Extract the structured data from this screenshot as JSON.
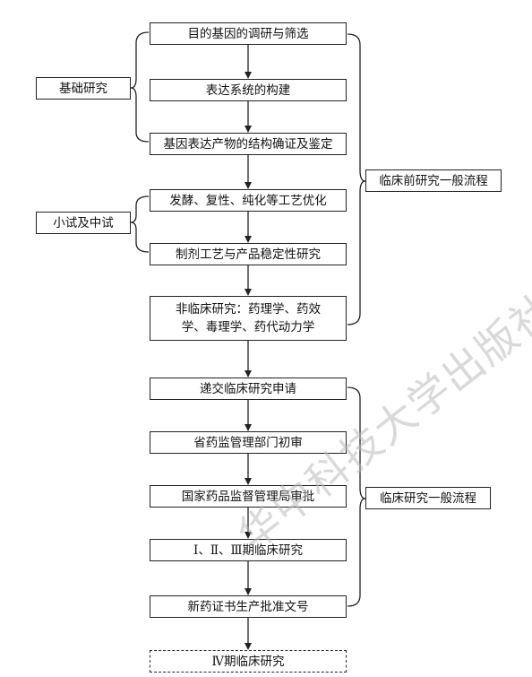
{
  "steps": {
    "s1": "目的基因的调研与筛选",
    "s2": "表达系统的构建",
    "s3": "基因表达产物的结构确证及鉴定",
    "s4": "发酵、复性、纯化等工艺优化",
    "s5": "制剂工艺与产品稳定性研究",
    "s6_line1": "非临床研究：药理学、药效",
    "s6_line2": "学、毒理学、药代动力学",
    "s7": "递交临床研究申请",
    "s8": "省药监管理部门初审",
    "s9": "国家药品监督管理局审批",
    "s10": "Ⅰ、Ⅱ、Ⅲ期临床研究",
    "s11": "新药证书生产批准文号",
    "s12": "Ⅳ期临床研究"
  },
  "groups": {
    "basic": "基础研究",
    "pilot": "小试及中试",
    "preclinical": "临床前研究一般流程",
    "clinical": "临床研究一般流程"
  },
  "watermark": "华中科技大学出版社"
}
